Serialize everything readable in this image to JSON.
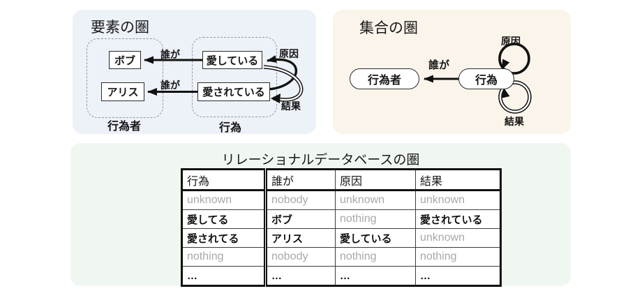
{
  "colors": {
    "elements_panel_bg": "#edf1f8",
    "sets_panel_bg": "#faf4ea",
    "rdb_panel_bg": "#f0f7f1",
    "node_border": "#2b2b2b",
    "muted_text": "#a8a8a8",
    "ink": "#111111"
  },
  "elements_panel": {
    "title": "要素の圏",
    "actor_group_label": "行為者",
    "action_group_label": "行為",
    "nodes": {
      "bob": "ボブ",
      "alice": "アリス",
      "loving": "愛している",
      "loved": "愛されている"
    },
    "edge_labels": {
      "who_top": "誰が",
      "who_bottom": "誰が",
      "cause": "原因",
      "effect": "結果"
    }
  },
  "sets_panel": {
    "title": "集合の圏",
    "nodes": {
      "actor": "行為者",
      "action": "行為"
    },
    "edge_labels": {
      "who": "誰が",
      "cause": "原因",
      "effect": "結果"
    }
  },
  "rdb_panel": {
    "title": "リレーショナルデータベースの圏",
    "table": {
      "headers": [
        "行為",
        "誰が",
        "原因",
        "結果"
      ],
      "rows": [
        [
          "unknown",
          "nobody",
          "unknown",
          "unknown"
        ],
        [
          "愛してる",
          "ボブ",
          "nothing",
          "愛されている"
        ],
        [
          "愛されてる",
          "アリス",
          "愛している",
          "unknown"
        ],
        [
          "nothing",
          "nobody",
          "nothing",
          "nothing"
        ],
        [
          "…",
          "…",
          "…",
          "…"
        ]
      ]
    }
  }
}
